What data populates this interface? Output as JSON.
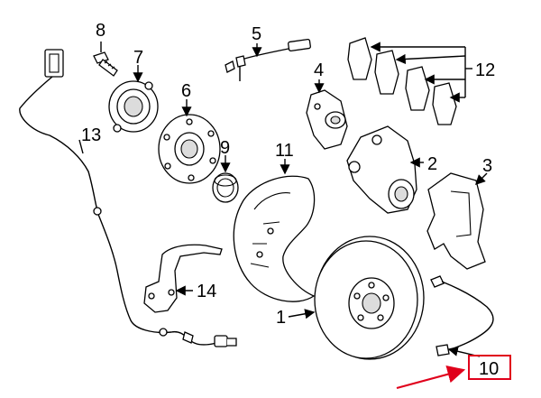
{
  "callouts": {
    "c1": "1",
    "c2": "2",
    "c3": "3",
    "c4": "4",
    "c5": "5",
    "c6": "6",
    "c7": "7",
    "c8": "8",
    "c9": "9",
    "c10": "10",
    "c11": "11",
    "c12": "12",
    "c13": "13",
    "c14": "14"
  },
  "highlight": {
    "callout": "10",
    "box_color": "#e0001b",
    "arrow_color": "#e0001b"
  }
}
